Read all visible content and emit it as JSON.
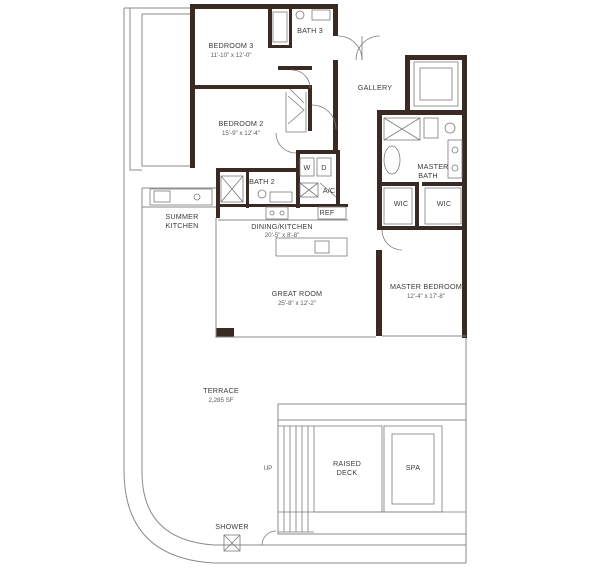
{
  "rooms": {
    "bedroom3": {
      "name": "BEDROOM 3",
      "dims": "11'-10\" x 12'-0\""
    },
    "bath3": {
      "name": "BATH 3"
    },
    "gallery": {
      "name": "GALLERY"
    },
    "bedroom2": {
      "name": "BEDROOM 2",
      "dims": "15'-9\" x 12'-4\""
    },
    "master_bath": {
      "line1": "MASTER",
      "line2": "BATH"
    },
    "washer": {
      "label": "W"
    },
    "dryer": {
      "label": "D"
    },
    "ac": {
      "label": "A/C"
    },
    "bath2": {
      "name": "BATH 2"
    },
    "wic_left": {
      "label": "WIC"
    },
    "wic_right": {
      "label": "WIC"
    },
    "summer_kitchen": {
      "line1": "SUMMER",
      "line2": "KITCHEN"
    },
    "ref": {
      "label": "REF"
    },
    "dining_kitchen": {
      "name": "DINING/KITCHEN",
      "dims": "20'-5\" x 8'-8\""
    },
    "great_room": {
      "name": "GREAT ROOM",
      "dims": "25'-8\" x 12'-2\""
    },
    "master_bedroom": {
      "name": "MASTER BEDROOM",
      "dims": "12'-4\" x 17'-8\""
    },
    "terrace": {
      "name": "TERRACE",
      "area": "2,285 SF"
    },
    "up": {
      "label": "UP"
    },
    "raised_deck": {
      "line1": "RAISED",
      "line2": "DECK"
    },
    "spa": {
      "label": "SPA"
    },
    "shower": {
      "label": "SHOWER"
    }
  }
}
